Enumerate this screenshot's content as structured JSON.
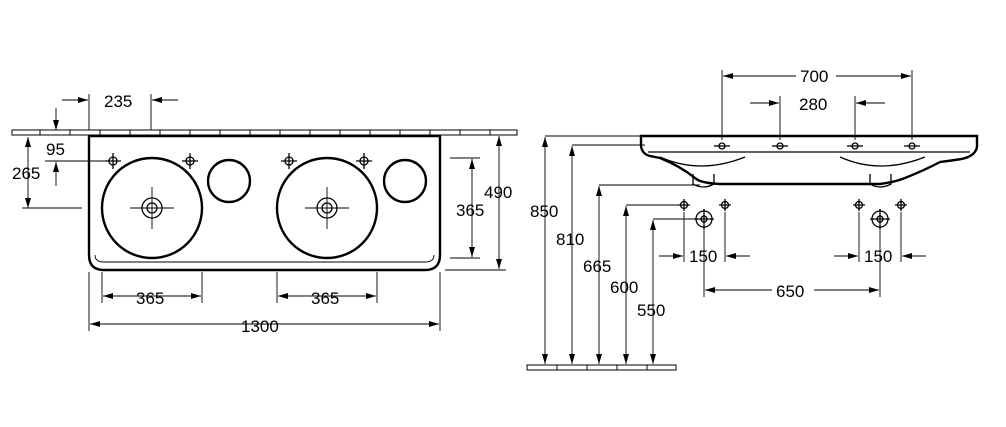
{
  "colors": {
    "line": "#000000",
    "background": "#ffffff"
  },
  "top_view": {
    "overall_width": "1300",
    "depth": "490",
    "bowl_width_left": "365",
    "bowl_width_right": "365",
    "bowl_depth": "365",
    "tap_hole_spacing": "235",
    "edge_to_center": "265",
    "edge_to_taphole": "95"
  },
  "side_view": {
    "height_top": "850",
    "height_rim": "810",
    "height_outlet": "665",
    "height_supply": "600",
    "height_drain": "550",
    "bowl_centers": "700",
    "taphole_centers": "280",
    "supply_spacing_left": "150",
    "supply_spacing_right": "150",
    "supply_centers": "650"
  }
}
